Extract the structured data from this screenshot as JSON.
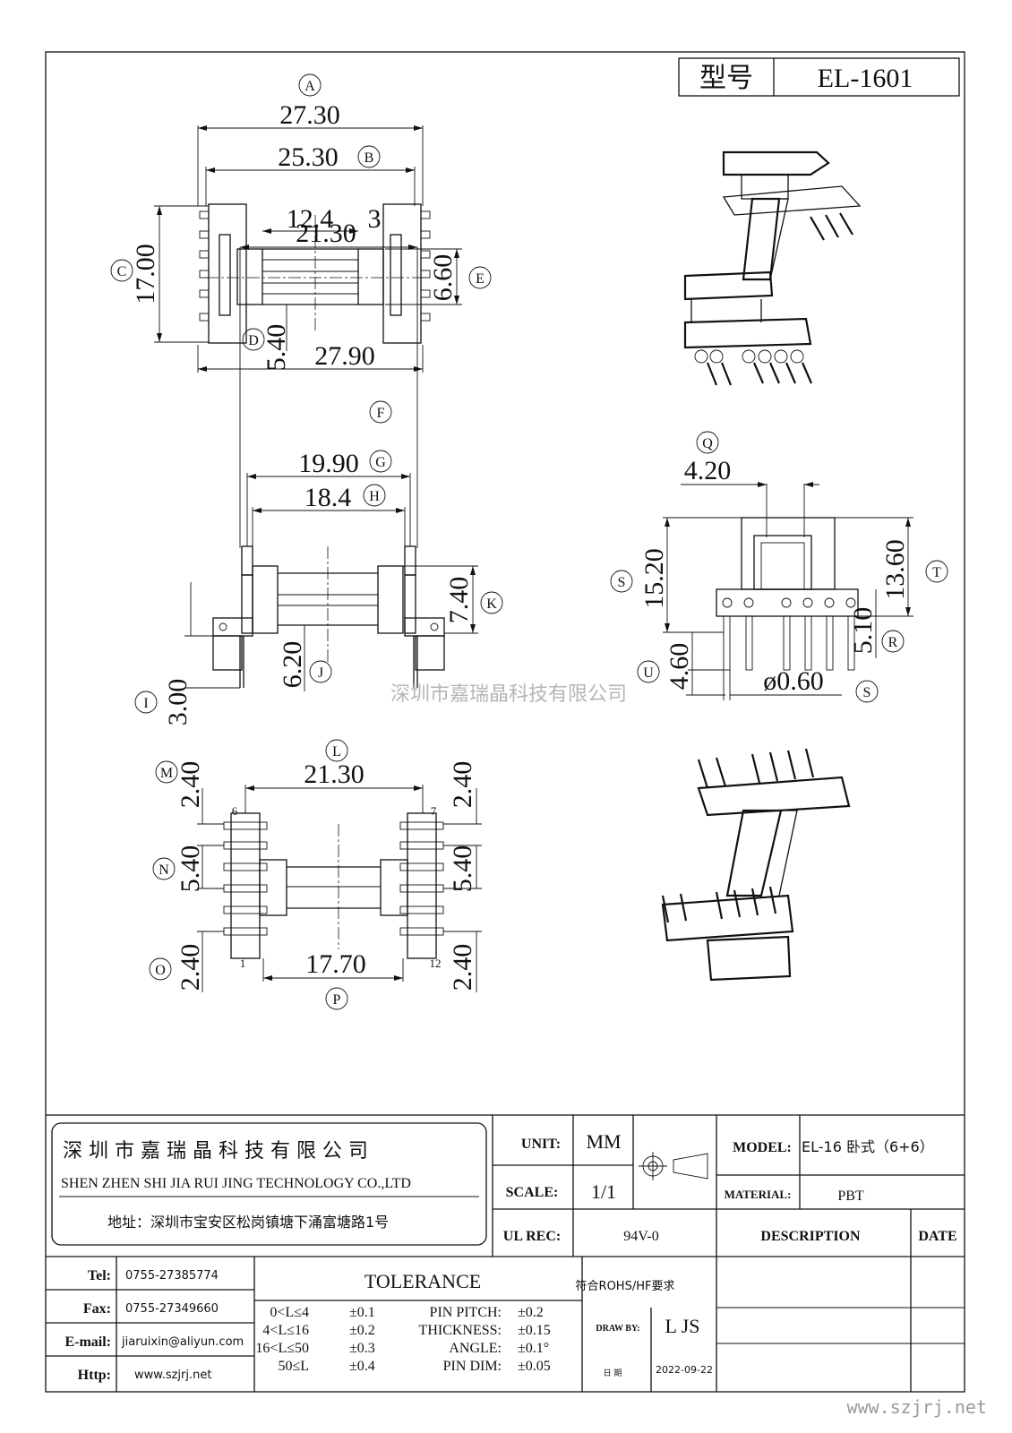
{
  "header": {
    "model_label": "型号",
    "model_value": "EL-1601"
  },
  "dims": {
    "A": {
      "tag": "A",
      "value": "27.30"
    },
    "B": {
      "tag": "B",
      "value": "25.30"
    },
    "B2": {
      "value": "12.4"
    },
    "B3": {
      "value": "3"
    },
    "C": {
      "tag": "C",
      "value": "17.00"
    },
    "D": {
      "tag": "D",
      "value": "5.40"
    },
    "D2": {
      "value": "27.90"
    },
    "E": {
      "tag": "E",
      "value": "6.60"
    },
    "F": {
      "tag": "F",
      "value": "21.30"
    },
    "G": {
      "tag": "G",
      "value": "19.90"
    },
    "H": {
      "tag": "H",
      "value": "18.4"
    },
    "K": {
      "tag": "K",
      "value": "7.40"
    },
    "J": {
      "tag": "J",
      "value": "6.20"
    },
    "I": {
      "tag": "I",
      "value": "3.00"
    },
    "Q": {
      "tag": "Q",
      "value": "4.20"
    },
    "S": {
      "tag": "S",
      "value": "15.20"
    },
    "T": {
      "tag": "T",
      "value": "13.60"
    },
    "R": {
      "tag": "R",
      "value": "5.10"
    },
    "U": {
      "tag": "U",
      "value": "4.60"
    },
    "S2": {
      "tag": "S",
      "value": "ø0.60"
    },
    "L": {
      "tag": "L",
      "value": "21.30"
    },
    "M": {
      "tag": "M",
      "value": "2.40"
    },
    "M2": {
      "value": "2.40"
    },
    "N": {
      "tag": "N",
      "value": "5.40"
    },
    "N2": {
      "value": "5.40"
    },
    "O": {
      "tag": "O",
      "value": "2.40"
    },
    "O2": {
      "value": "2.40"
    },
    "P": {
      "tag": "P",
      "value": "17.70"
    },
    "pin6": "6",
    "pin7": "7",
    "pin1": "1",
    "pin12": "12"
  },
  "watermark": "深圳市嘉瑞晶科技有限公司",
  "title_block": {
    "company_cn": "深 圳 市 嘉 瑞 晶 科 技 有 限 公 司",
    "company_en": "SHEN ZHEN SHI   JIA RUI JING   TECHNOLOGY CO.,LTD",
    "address": "地址：深圳市宝安区松岗镇塘下涌富塘路1号",
    "unit_label": "UNIT:",
    "unit_value": "MM",
    "scale_label": "SCALE:",
    "scale_value": "1/1",
    "model_label": "MODEL:",
    "model_value": "EL-16 卧式（6+6）",
    "material_label": "MATERIAL:",
    "material_value": "PBT",
    "ul_label": "UL REC:",
    "ul_value": "94V-0",
    "description_label": "DESCRIPTION",
    "date_label": "DATE",
    "tel_label": "Tel:",
    "tel_value": "0755-27385774",
    "fax_label": "Fax:",
    "fax_value": "0755-27349660",
    "email_label": "E-mail:",
    "email_value": "jiaruixin@aliyun.com",
    "http_label": "Http:",
    "http_value": "www.szjrj.net",
    "tolerance_label": "TOLERANCE",
    "tolerance_rows": [
      {
        "range": "0<L≤4",
        "tol": "±0.1"
      },
      {
        "range": "4<L≤16",
        "tol": "±0.2"
      },
      {
        "range": "16<L≤50",
        "tol": "±0.3"
      },
      {
        "range": "50≤L",
        "tol": "±0.4"
      }
    ],
    "spec_rows": [
      {
        "name": "PIN PITCH:",
        "tol": "±0.2"
      },
      {
        "name": "THICKNESS:",
        "tol": "±0.15"
      },
      {
        "name": "ANGLE:",
        "tol": "±0.1°"
      },
      {
        "name": "PIN DIM:",
        "tol": "±0.05"
      }
    ],
    "rohs": "符合ROHS/HF要求",
    "drawby_label": "DRAW BY:",
    "drawby_value": "L JS",
    "date_cn_label": "日 期",
    "date_value": "2022-09-22"
  },
  "footer_url": "www.szjrj.net"
}
